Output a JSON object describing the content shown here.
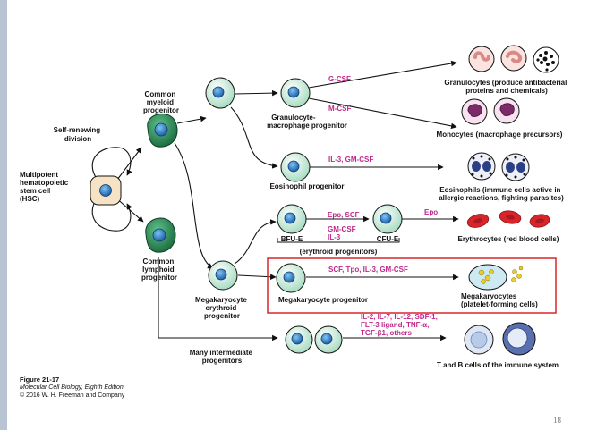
{
  "labels": {
    "self_renewing": [
      "Self-renewing",
      "division"
    ],
    "hsc": [
      "Multipotent",
      "hematopoietic",
      "stem cell",
      "(HSC)"
    ],
    "common_myeloid": [
      "Common",
      "myeloid",
      "progenitor"
    ],
    "common_lymphoid": [
      "Common",
      "lymphoid",
      "progenitor"
    ],
    "granulocyte_macrophage": [
      "Granulocyte-",
      "macrophage progenitor"
    ],
    "eosinophil_progenitor": "Eosinophil progenitor",
    "bfu_e": "BFU-E",
    "cfu_e": "CFU-E",
    "erythroid_progenitors": "(erythroid progenitors)",
    "megakaryocyte_erythroid": [
      "Megakaryocyte",
      "erythroid",
      "progenitor"
    ],
    "megakaryocyte_progenitor": "Megakaryocyte progenitor",
    "many_intermediate": [
      "Many intermediate",
      "progenitors"
    ],
    "granulocytes": [
      "Granulocytes (produce antibacterial",
      "proteins and chemicals)"
    ],
    "monocytes": "Monocytes (macrophage precursors)",
    "eosinophils": [
      "Eosinophils (immune cells active in",
      "allergic reactions, fighting parasites)"
    ],
    "erythrocytes": "Erythrocytes (red blood cells)",
    "megakaryocytes": [
      "Megakaryocytes",
      "(platelet-forming cells)"
    ],
    "t_b_cells": "T and B cells of the immune system"
  },
  "cytokines": {
    "g_csf": "G-CSF",
    "m_csf": "M-CSF",
    "eos": "IL-3, GM-CSF",
    "bfu": [
      "Epo, SCF",
      "GM-CSF",
      "IL-3"
    ],
    "epo": "Epo",
    "mk": "SCF, Tpo, IL-3, GM-CSF",
    "lymph": [
      "IL-2, IL-7, IL-12, SDF-1,",
      "FLT-3 ligand, TNF-α,",
      "TGF-β1, others"
    ]
  },
  "caption": {
    "figure": "Figure 21-17",
    "book": "Molecular Cell Biology, Eighth Edition",
    "publisher": "© 2016 W. H. Freeman and Company"
  },
  "page_number": "18",
  "colors": {
    "cytokine": "#c0278a",
    "highlight_box": "#d9252a",
    "hsc_cell": "#f6e2c4",
    "myeloid_cell": "#2e8b57",
    "progenitor_cell": "#cbeedc",
    "nucleus": "#2a7fc0",
    "erythrocyte": "#d9252a",
    "t_b_cell": "#b7cbe8"
  }
}
